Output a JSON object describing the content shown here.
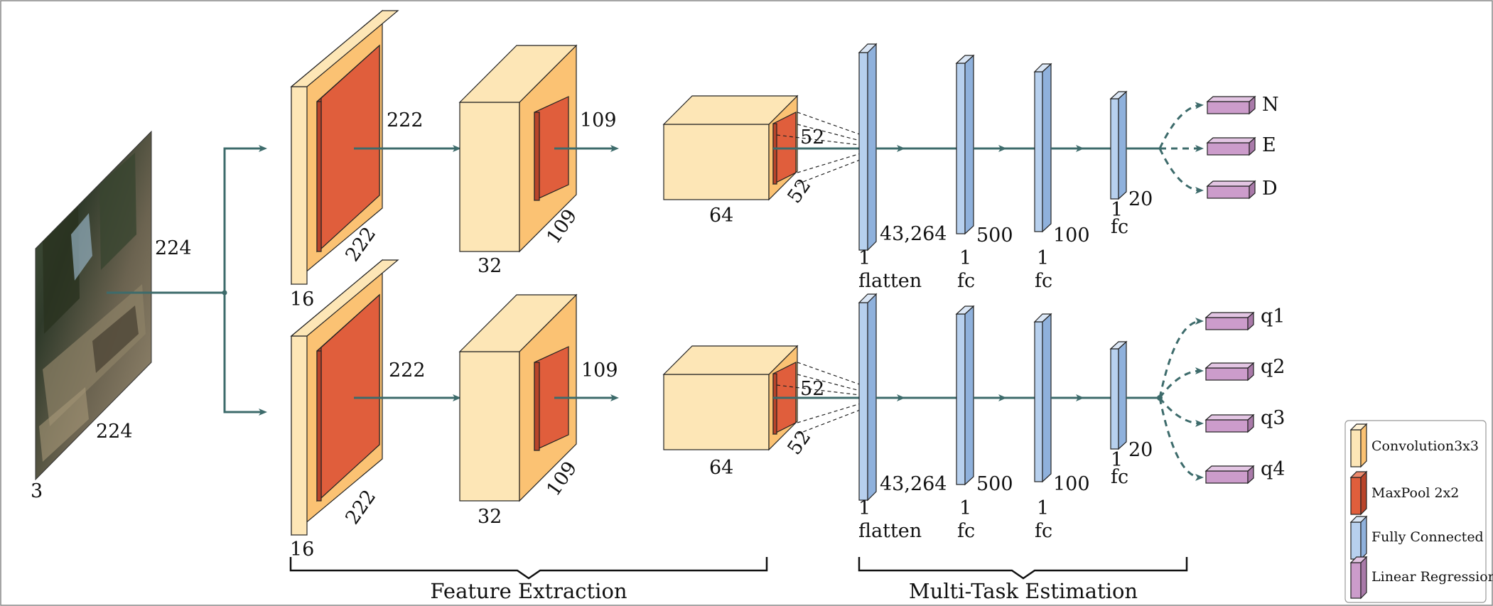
{
  "input": {
    "width_label": "224",
    "height_label": "224",
    "channels_label": "3"
  },
  "branches": [
    {
      "conv1": {
        "depth": "16",
        "maxpool_h": "222",
        "maxpool_w": "222"
      },
      "conv2": {
        "depth": "32",
        "maxpool_h": "109",
        "maxpool_w": "109"
      },
      "conv3": {
        "depth": "64",
        "maxpool_h": "52",
        "maxpool_w": "52"
      },
      "flatten": {
        "size": "43,264",
        "depth": "1",
        "name": "flatten"
      },
      "fc1": {
        "size": "500",
        "depth": "1",
        "name": "fc"
      },
      "fc2": {
        "size": "100",
        "depth": "1",
        "name": "fc"
      },
      "fc3": {
        "size": "20",
        "depth": "1",
        "name": "fc"
      },
      "outputs": [
        "N",
        "E",
        "D"
      ]
    },
    {
      "conv1": {
        "depth": "16",
        "maxpool_h": "222",
        "maxpool_w": "222"
      },
      "conv2": {
        "depth": "32",
        "maxpool_h": "109",
        "maxpool_w": "109"
      },
      "conv3": {
        "depth": "64",
        "maxpool_h": "52",
        "maxpool_w": "52"
      },
      "flatten": {
        "size": "43,264",
        "depth": "1",
        "name": "flatten"
      },
      "fc1": {
        "size": "500",
        "depth": "1",
        "name": "fc"
      },
      "fc2": {
        "size": "100",
        "depth": "1",
        "name": "fc"
      },
      "fc3": {
        "size": "20",
        "depth": "1",
        "name": "fc"
      },
      "outputs": [
        "q1",
        "q2",
        "q3",
        "q4"
      ]
    }
  ],
  "sections": {
    "feature_extraction": "Feature Extraction",
    "multi_task": "Multi-Task Estimation"
  },
  "legend": [
    {
      "label": "Convolution3x3",
      "color": "#fde6b6"
    },
    {
      "label": "MaxPool 2x2",
      "color": "#e05e3c"
    },
    {
      "label": "Fully Connected",
      "color": "#adc9ea"
    },
    {
      "label": "Linear Regression",
      "color": "#cc9ccb"
    }
  ],
  "colors": {
    "conv_front": "#fde6b6",
    "conv_side": "#fbc273",
    "pool_front": "#e05e3c",
    "pool_side": "#b9442a",
    "fc_front": "#b7d0ee",
    "fc_side": "#8fb1dc",
    "lr_front": "#cc9ccb",
    "lr_side": "#a97aa9",
    "connector": "#3d6b6b"
  }
}
